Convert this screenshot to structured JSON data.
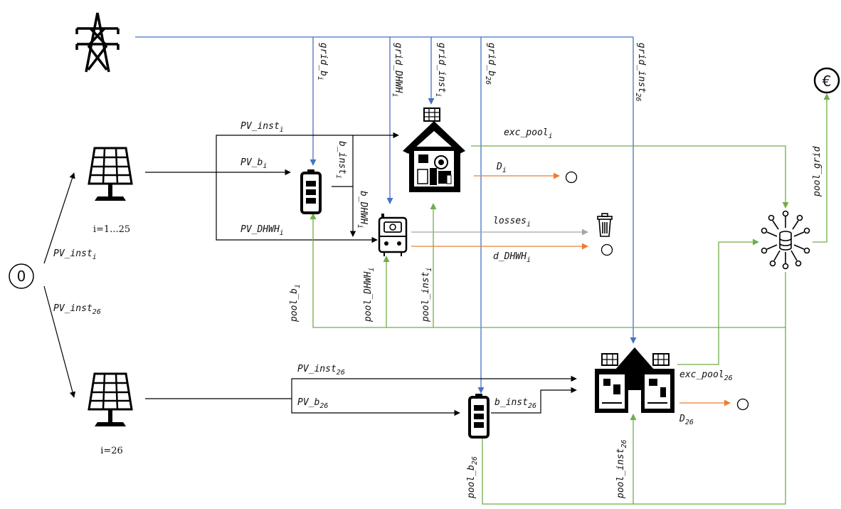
{
  "nodes": {
    "origin": "0",
    "pv_group_label": "i=1...25",
    "pv_26_label": "i=26",
    "euro": "€"
  },
  "edge_labels": {
    "pv_inst_i": {
      "base": "PV_inst",
      "sub": "i"
    },
    "pv_inst_26": {
      "base": "PV_inst",
      "sub": "26"
    },
    "pv_b_i": {
      "base": "PV_b",
      "sub": "i"
    },
    "pv_dhwh_i": {
      "base": "PV_DHWH",
      "sub": "i"
    },
    "b_inst_i": {
      "base": "b_inst",
      "sub": "i"
    },
    "b_dhwh_i": {
      "base": "b_DHWH",
      "sub": "i"
    },
    "grid_b_i": {
      "base": "grid_b",
      "sub": "i"
    },
    "grid_dhwh_i": {
      "base": "grid_DHWH",
      "sub": "i"
    },
    "grid_inst_i": {
      "base": "grid_inst",
      "sub": "i"
    },
    "grid_b_26": {
      "base": "grid_b",
      "sub": "26"
    },
    "grid_inst_26": {
      "base": "grid_inst",
      "sub": "26"
    },
    "exc_pool_i": {
      "base": "exc_pool",
      "sub": "i"
    },
    "d_i": {
      "base": "D",
      "sub": "i"
    },
    "losses_i": {
      "base": "losses",
      "sub": "i"
    },
    "d_dhwh_i": {
      "base": "d_DHWH",
      "sub": "i"
    },
    "pool_b_i": {
      "base": "pool_b",
      "sub": "i"
    },
    "pool_dhwh_i": {
      "base": "pool_DHWH",
      "sub": "i"
    },
    "pool_inst_i": {
      "base": "pool_inst",
      "sub": "i"
    },
    "pool_grid": {
      "base": "pool_grid",
      "sub": ""
    },
    "pv_inst_26_b": {
      "base": "PV_inst",
      "sub": "26"
    },
    "pv_b_26": {
      "base": "PV_b",
      "sub": "26"
    },
    "b_inst_26": {
      "base": "b_inst",
      "sub": "26"
    },
    "exc_pool_26": {
      "base": "exc_pool",
      "sub": "26"
    },
    "d_26": {
      "base": "D",
      "sub": "26"
    },
    "pool_b_26": {
      "base": "pool_b",
      "sub": "26"
    },
    "pool_inst_26": {
      "base": "pool_inst",
      "sub": "26"
    }
  },
  "colors": {
    "grid": "#4472c4",
    "pool": "#70ad47",
    "demand": "#ed7d31",
    "loss": "#a6a6a6",
    "pv": "#000000"
  }
}
